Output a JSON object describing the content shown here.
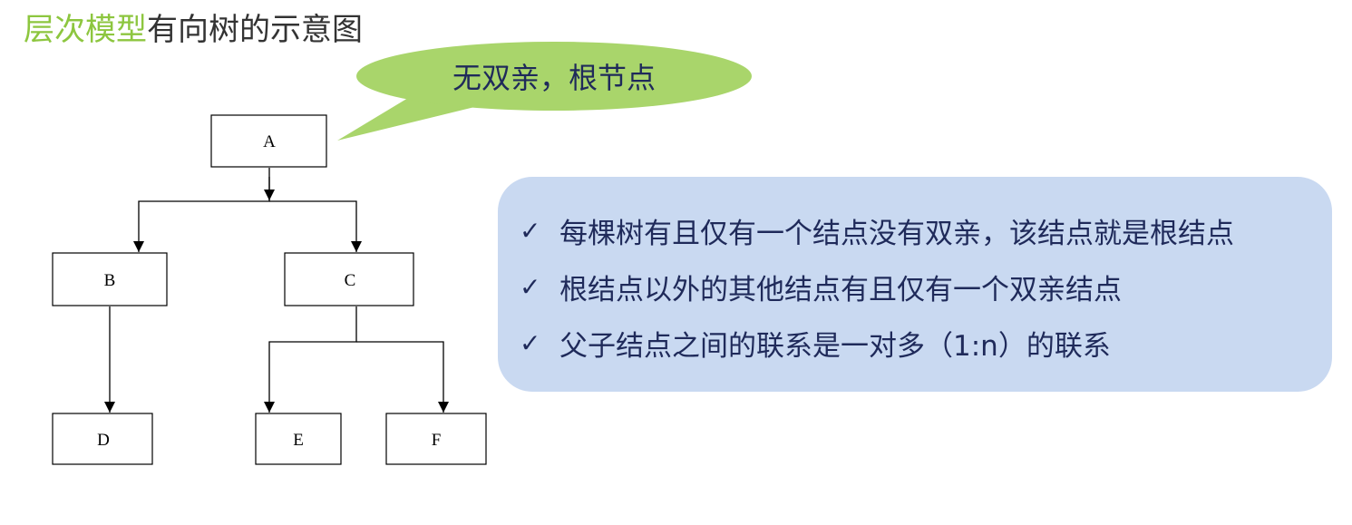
{
  "title": {
    "accent": "层次模型",
    "rest": "有向树的示意图"
  },
  "colors": {
    "title_accent": "#8dc63f",
    "title_text": "#333333",
    "callout_fill": "#a9d56b",
    "info_box_fill": "#c9d9f1",
    "info_text": "#1f2a5a"
  },
  "callout": {
    "text": "无双亲，根节点"
  },
  "tree": {
    "nodes": [
      {
        "id": "A",
        "label": "A"
      },
      {
        "id": "B",
        "label": "B"
      },
      {
        "id": "C",
        "label": "C"
      },
      {
        "id": "D",
        "label": "D"
      },
      {
        "id": "E",
        "label": "E"
      },
      {
        "id": "F",
        "label": "F"
      }
    ],
    "edges": [
      {
        "from": "A",
        "to": "B"
      },
      {
        "from": "A",
        "to": "C"
      },
      {
        "from": "B",
        "to": "D"
      },
      {
        "from": "C",
        "to": "E"
      },
      {
        "from": "C",
        "to": "F"
      }
    ]
  },
  "info": {
    "check_icon": "checkmark-icon",
    "items": [
      "每棵树有且仅有一个结点没有双亲，该结点就是根结点",
      "根结点以外的其他结点有且仅有一个双亲结点",
      "父子结点之间的联系是一对多（1:n）的联系"
    ]
  }
}
